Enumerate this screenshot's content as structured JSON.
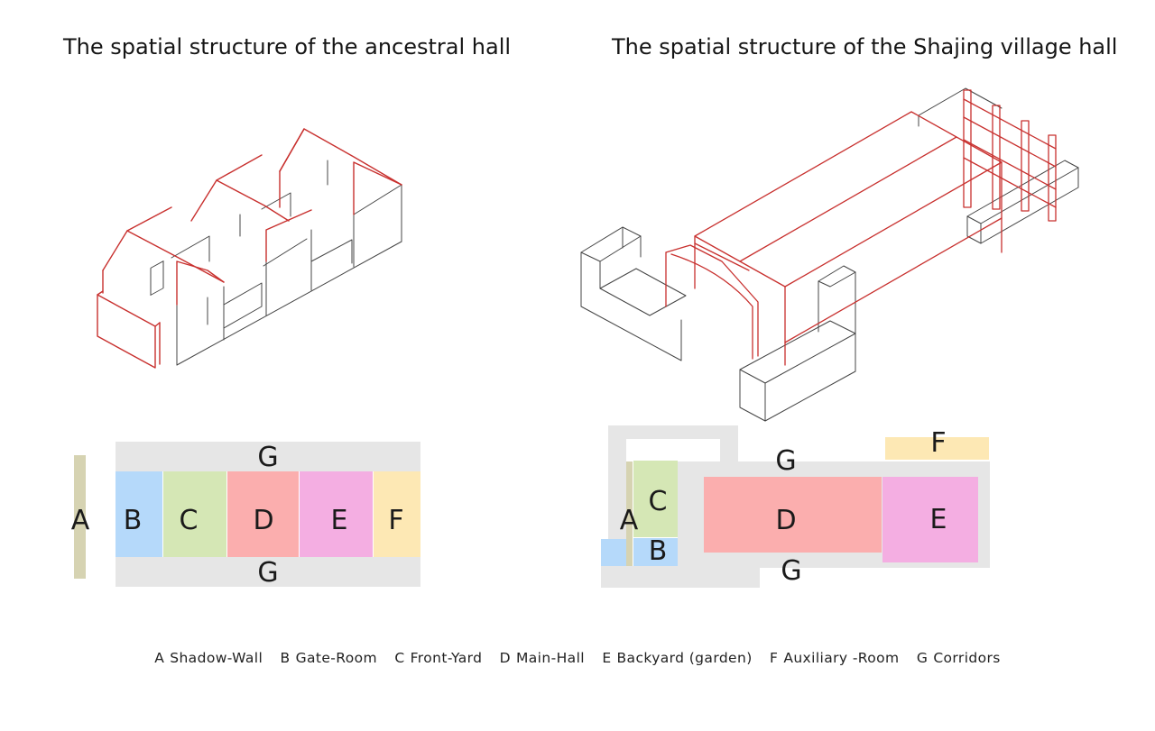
{
  "titles": {
    "left": "The spatial structure of the ancestral hall",
    "right": "The spatial structure of the Shajing village hall"
  },
  "colors": {
    "A": "#d6d3b2",
    "B": "#b5d9fa",
    "C": "#d5e7b5",
    "D": "#fbaeae",
    "E": "#f4aee2",
    "F": "#fde8b4",
    "G": "#e6e6e6",
    "outline_red": "#c8302e",
    "outline_gray": "#444444"
  },
  "zones": {
    "A": "A",
    "B": "B",
    "C": "C",
    "D": "D",
    "E": "E",
    "F": "F",
    "G": "G"
  },
  "legend": [
    {
      "key": "A",
      "label": "Shadow-Wall"
    },
    {
      "key": "B",
      "label": "Gate-Room"
    },
    {
      "key": "C",
      "label": "Front-Yard"
    },
    {
      "key": "D",
      "label": "Main-Hall"
    },
    {
      "key": "E",
      "label": "Backyard (garden)"
    },
    {
      "key": "F",
      "label": "Auxiliary -Room"
    },
    {
      "key": "G",
      "label": "Corridors"
    }
  ]
}
